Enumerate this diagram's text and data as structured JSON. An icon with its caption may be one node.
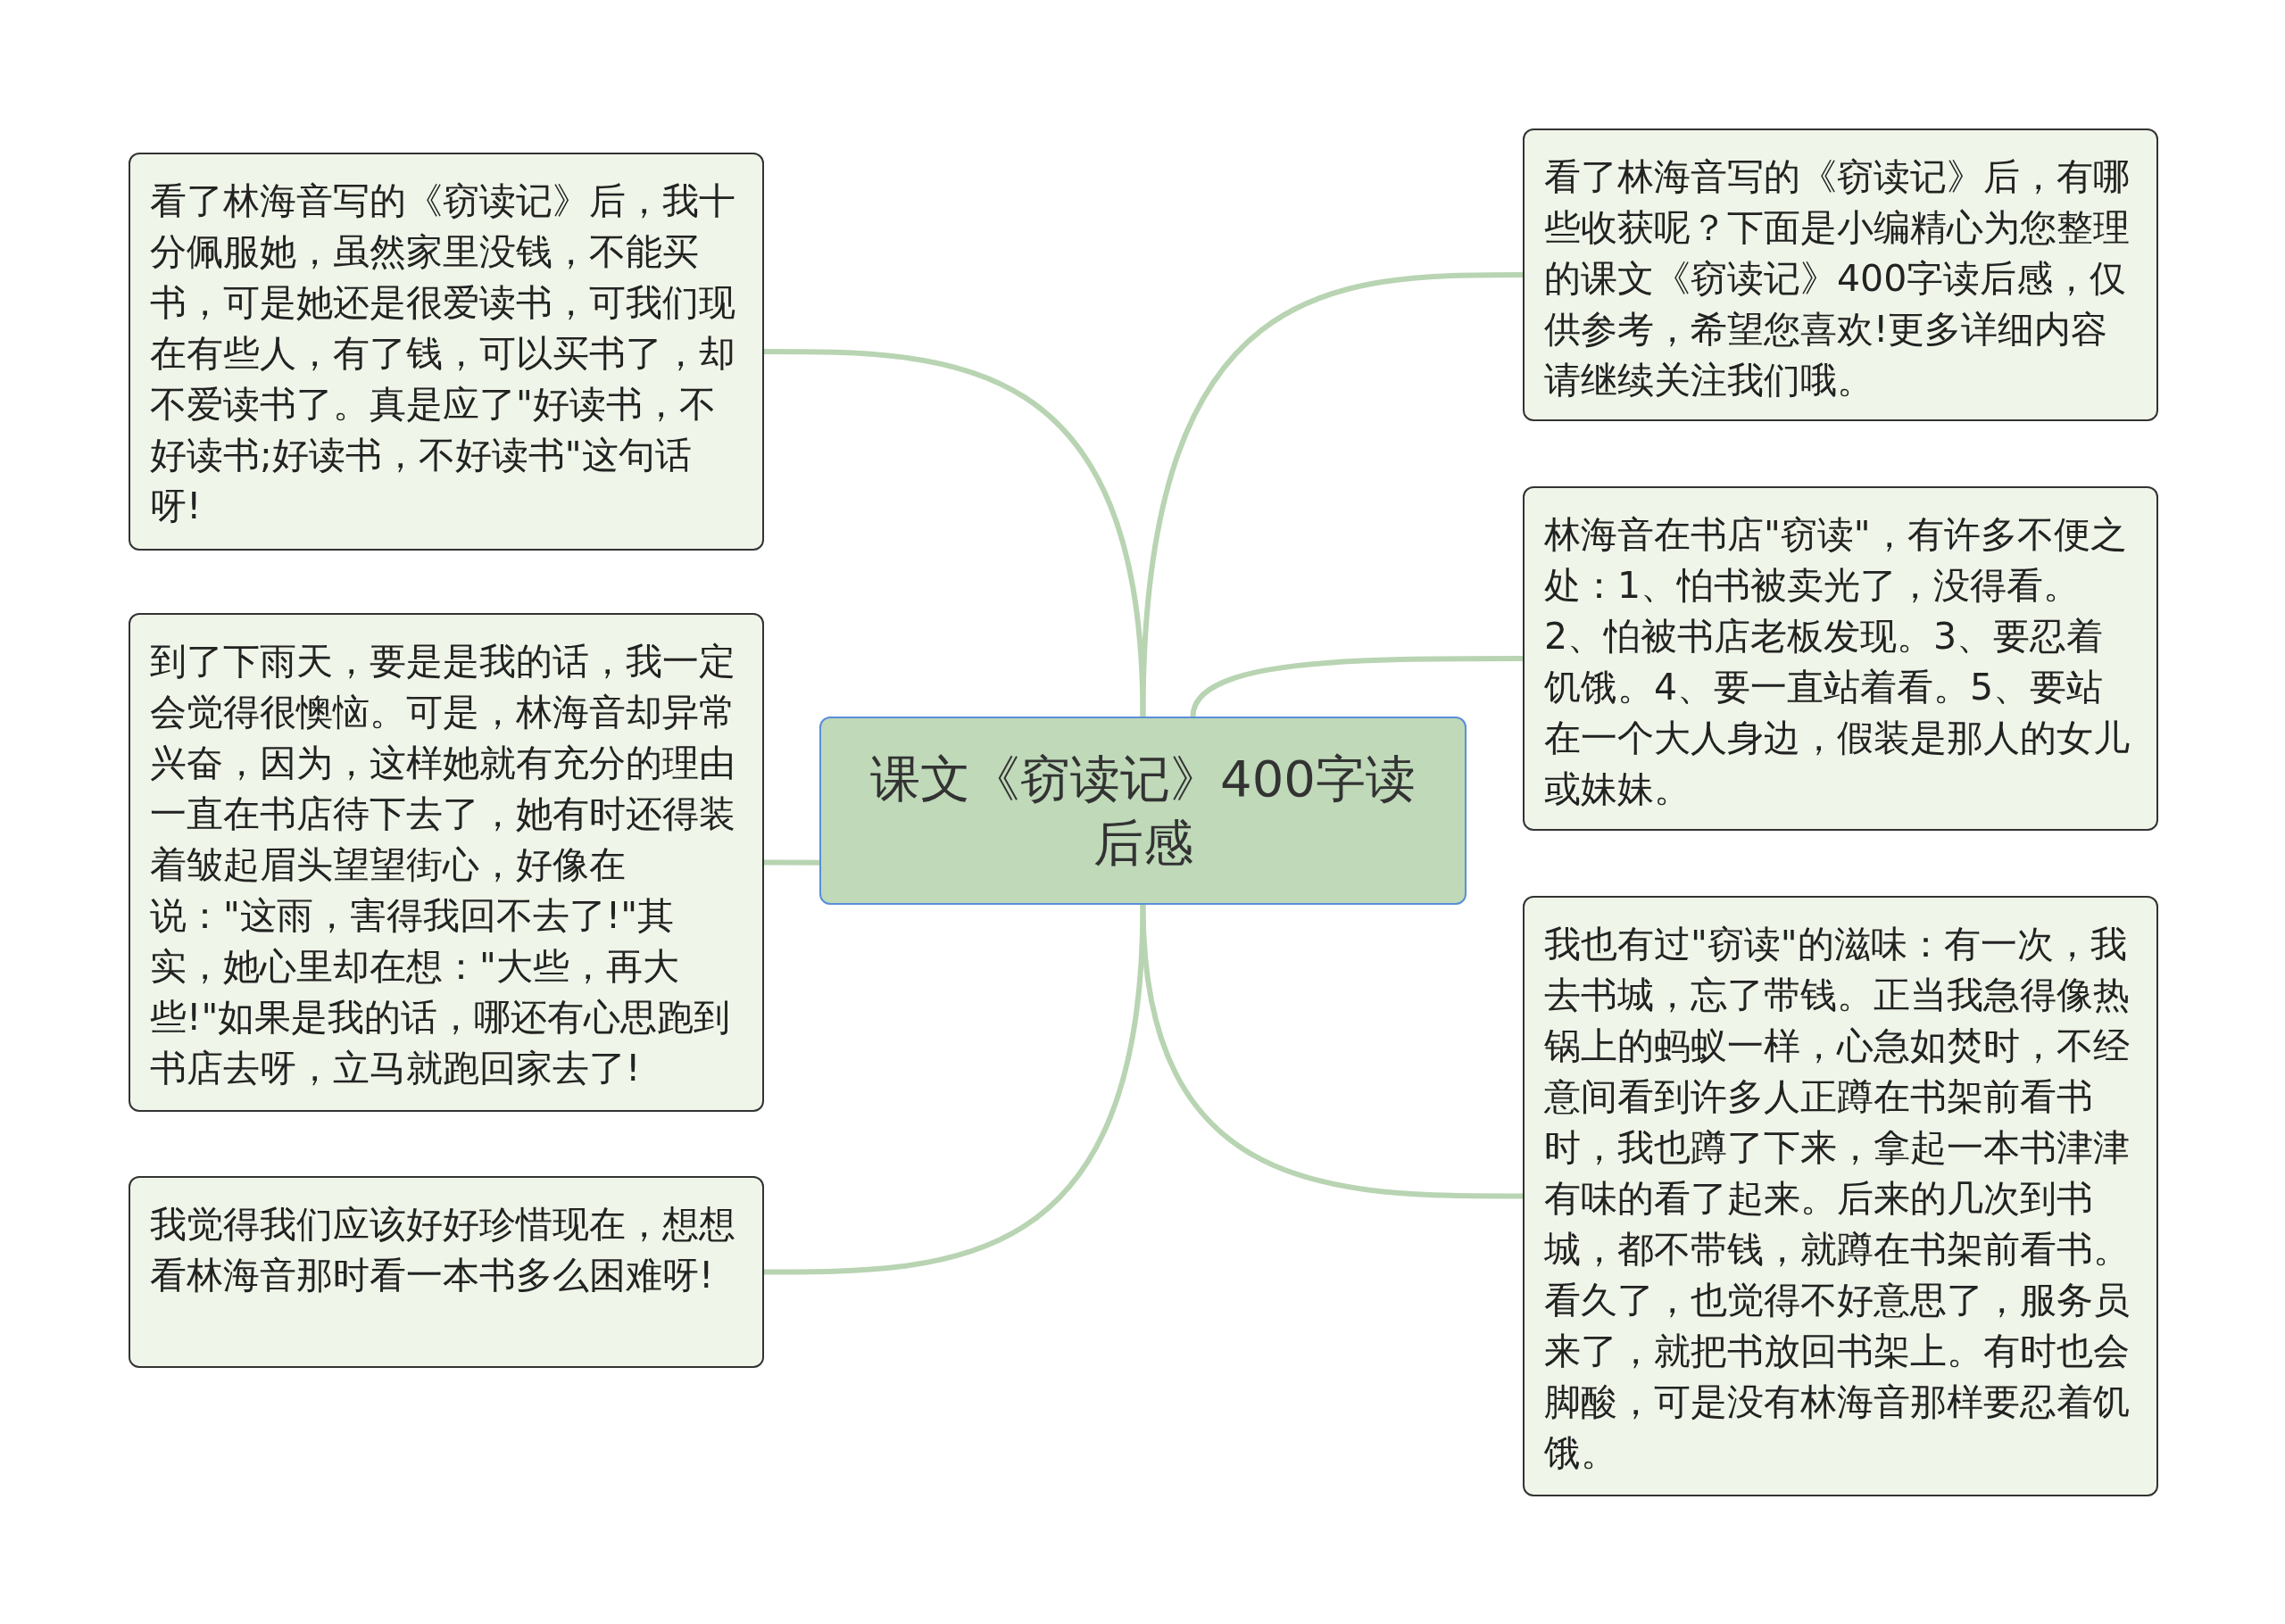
{
  "diagram": {
    "nodes": [
      {
        "text": [
          "课文《窃读记》400字读后感"
        ]
      },
      {
        "text": [
          "看了林海音写的《窃读记》后，我十分佩服她，虽然家里没钱，不能买书，可是她还是很爱读书，可我们现在有些人，有了钱，可以买书了，却不爱读书了。真是应了\"好读书，不好读书;好读书，不好读书\"这句话呀!"
        ]
      },
      {
        "text": [
          "到了下雨天，要是是我的话，我一定会觉得很懊恼。可是，林海音却异常兴奋，因为，这样她就有充分的理由一直在书店待下去了，她有时还得装着皱起眉头望望街心，好像在说：\"这雨，害得我回不去了!\"其实，她心里却在想：\"大些，再大些!\"如果是我的话，哪还有心思跑到书店去呀，立马就跑回家去了!"
        ]
      },
      {
        "text": [
          "我觉得我们应该好好珍惜现在，想想看林海音那时看一本书多么困难呀!"
        ]
      },
      {
        "text": [
          "看了林海音写的《窃读记》后，有哪些收获呢？下面是小编精心为您整理的课文《窃读记》400字读后感，仅供参考，希望您喜欢!更多详细内容请继续关注我们哦。"
        ]
      },
      {
        "text": [
          "林海音在书店\"窃读\"，有许多不便之处：1、怕书被卖光了，没得看。2、怕被书店老板发现。3、要忍着饥饿。4、要一直站着看。5、要站在一个大人身边，假装是那人的女儿或妹妹。"
        ]
      },
      {
        "text": [
          "我也有过\"窃读\"的滋味：有一次，我去书城，忘了带钱。正当我急得像热锅上的蚂蚁一样，心急如焚时，不经意间看到许多人正蹲在书架前看书时，我也蹲了下来，拿起一本书津津有味的看了起来。后来的几次到书城，都不带钱，就蹲在书架前看书。看久了，也觉得不好意思了，服务员来了，就把书放回书架上。有时也会脚酸，可是没有林海音那样要忍着饥饿。"
        ]
      }
    ],
    "edges": [
      {
        "from": 0,
        "to": 1,
        "arrow": "none"
      },
      {
        "from": 0,
        "to": 2,
        "arrow": "none"
      },
      {
        "from": 0,
        "to": 3,
        "arrow": "none"
      },
      {
        "from": 0,
        "to": 4,
        "arrow": "none"
      },
      {
        "from": 0,
        "to": 5,
        "arrow": "none"
      },
      {
        "from": 0,
        "to": 6,
        "arrow": "none"
      }
    ]
  }
}
